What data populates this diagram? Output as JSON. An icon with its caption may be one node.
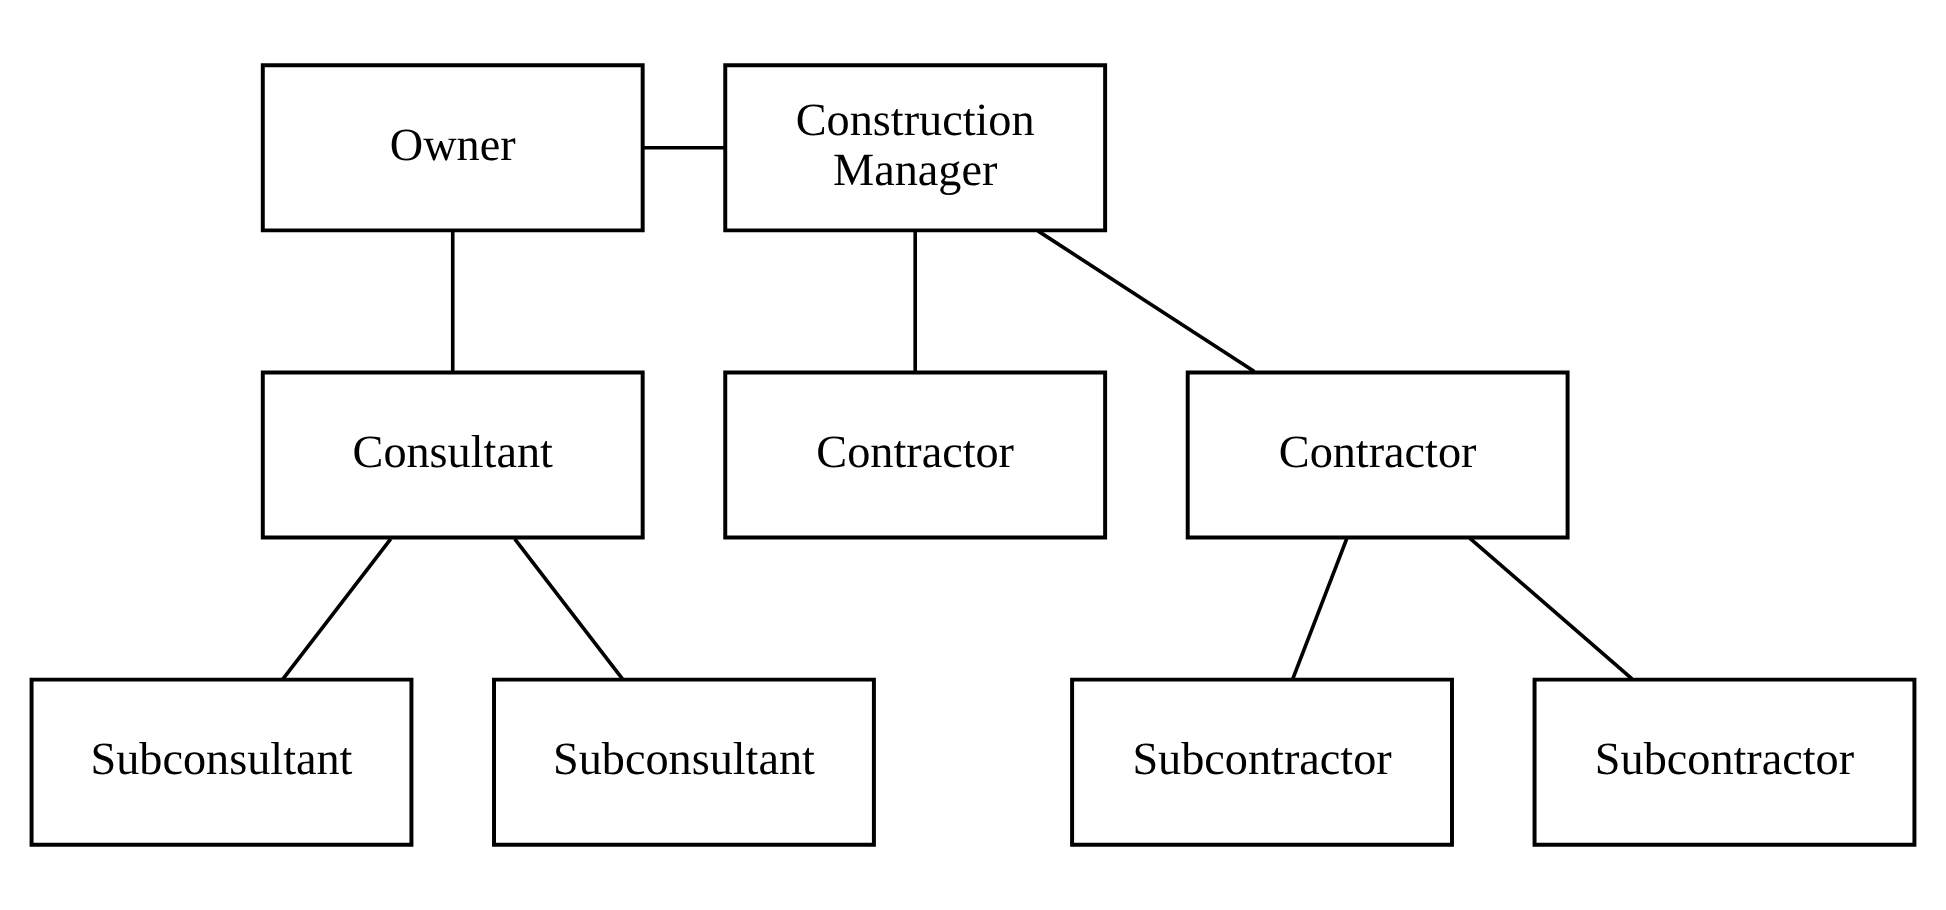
{
  "diagram": {
    "nodes": [
      {
        "text": [
          "Owner"
        ]
      },
      {
        "text": [
          "Construction Manager"
        ]
      },
      {
        "text": [
          "Consultant"
        ]
      },
      {
        "text": [
          "Contractor"
        ]
      },
      {
        "text": [
          "Contractor"
        ]
      },
      {
        "text": [
          "Subconsultant"
        ]
      },
      {
        "text": [
          "Subconsultant"
        ]
      },
      {
        "text": [
          "Subcontractor"
        ]
      },
      {
        "text": [
          "Subcontractor"
        ]
      }
    ],
    "edges": [
      {
        "from": 0,
        "to": 1,
        "arrow": "none"
      },
      {
        "from": 0,
        "to": 2,
        "arrow": "none"
      },
      {
        "from": 1,
        "to": 3,
        "arrow": "none"
      },
      {
        "from": 1,
        "to": 4,
        "arrow": "none"
      },
      {
        "from": 2,
        "to": 5,
        "arrow": "none"
      },
      {
        "from": 2,
        "to": 6,
        "arrow": "none"
      },
      {
        "from": 4,
        "to": 7,
        "arrow": "none"
      },
      {
        "from": 4,
        "to": 8,
        "arrow": "none"
      }
    ]
  }
}
